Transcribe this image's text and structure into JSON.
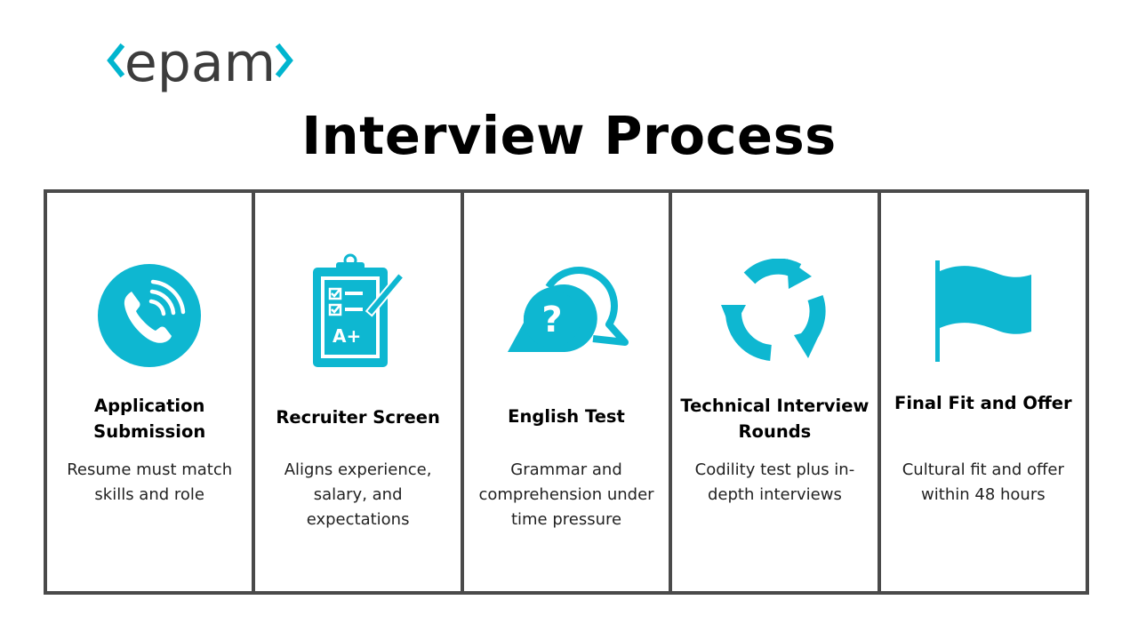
{
  "logo": {
    "text": "epam",
    "accent": "#00b5cf",
    "text_color": "#3c3c3c"
  },
  "title": "Interview Process",
  "colors": {
    "accent": "#0eb7d1",
    "border": "#4a4a4a"
  },
  "steps": [
    {
      "icon": "phone-call-icon",
      "title": "Application Submission",
      "description": "Resume must match skills and role"
    },
    {
      "icon": "clipboard-checklist-icon",
      "title": "Recruiter Screen",
      "description": "Aligns experience, salary, and expectations"
    },
    {
      "icon": "question-chat-icon",
      "title": "English Test",
      "description": "Grammar and comprehension under time pressure"
    },
    {
      "icon": "cycle-arrows-icon",
      "title": "Technical Interview Rounds",
      "description": "Codility test plus in-depth interviews"
    },
    {
      "icon": "flag-icon",
      "title": "Final Fit and Offer",
      "description": "Cultural fit and offer within 48 hours"
    }
  ]
}
